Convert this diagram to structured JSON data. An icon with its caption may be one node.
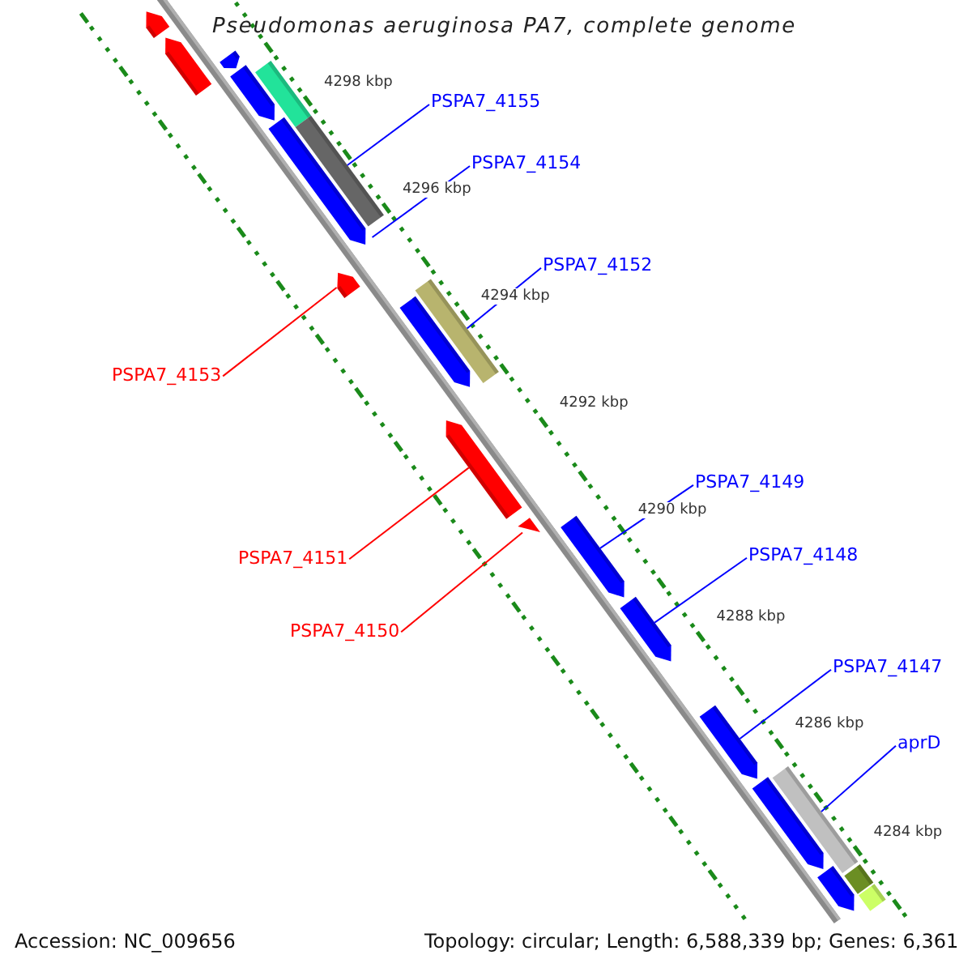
{
  "diagram": {
    "title": "Pseudomonas aeruginosa PA7, complete genome",
    "nodes": [
      {
        "text": [
          "PSPA7_4155"
        ]
      },
      {
        "text": [
          "PSPA7_4154"
        ]
      },
      {
        "text": [
          "PSPA7_4152"
        ]
      },
      {
        "text": [
          "PSPA7_4153"
        ]
      },
      {
        "text": [
          "PSPA7_4151"
        ]
      },
      {
        "text": [
          "PSPA7_4150"
        ]
      },
      {
        "text": [
          "PSPA7_4149"
        ]
      },
      {
        "text": [
          "PSPA7_4148"
        ]
      },
      {
        "text": [
          "PSPA7_4147"
        ]
      },
      {
        "text": [
          "aprD"
        ]
      },
      {
        "text": [],
        "shape": "arrow"
      },
      {
        "text": [],
        "shape": "arrow"
      },
      {
        "text": [],
        "shape": "arrow"
      },
      {
        "text": [],
        "shape": "arrow"
      },
      {
        "text": [],
        "shape": "bar"
      },
      {
        "text": [],
        "shape": "arrow"
      },
      {
        "text": [],
        "shape": "bar"
      },
      {
        "text": [],
        "shape": "arrow"
      },
      {
        "text": [],
        "shape": "bar"
      },
      {
        "text": [],
        "shape": "arrow"
      },
      {
        "text": [],
        "shape": "arrow"
      },
      {
        "text": [],
        "shape": "triangle"
      },
      {
        "text": [],
        "shape": "arrow"
      },
      {
        "text": [],
        "shape": "arrow"
      },
      {
        "text": [],
        "shape": "arrow"
      },
      {
        "text": [],
        "shape": "arrow"
      },
      {
        "text": [],
        "shape": "bar"
      },
      {
        "text": [],
        "shape": "arrow"
      },
      {
        "text": [],
        "shape": "bar"
      },
      {
        "text": [],
        "shape": "bar"
      }
    ],
    "edges": [
      {
        "from": 0,
        "to": 16,
        "arrow": "none"
      },
      {
        "from": 1,
        "to": 15,
        "arrow": "none"
      },
      {
        "from": 2,
        "to": 18,
        "arrow": "none"
      },
      {
        "from": 3,
        "to": 17,
        "arrow": "none",
        "color": "#ff0000"
      },
      {
        "from": 4,
        "to": 20,
        "arrow": "none",
        "color": "#ff0000"
      },
      {
        "from": 5,
        "to": 21,
        "arrow": "none",
        "color": "#ff0000"
      },
      {
        "from": 6,
        "to": 22,
        "arrow": "none"
      },
      {
        "from": 7,
        "to": 23,
        "arrow": "none"
      },
      {
        "from": 8,
        "to": 24,
        "arrow": "none"
      },
      {
        "from": 9,
        "to": 26,
        "arrow": "none"
      }
    ],
    "labels": [
      "4298 kbp",
      "4296 kbp",
      "4294 kbp",
      "4292 kbp",
      "4290 kbp",
      "4288 kbp",
      "4286 kbp",
      "4284 kbp",
      "Accession: NC_009656",
      "Topology: circular; Length: 6,588,339 bp; Genes: 6,361"
    ]
  }
}
